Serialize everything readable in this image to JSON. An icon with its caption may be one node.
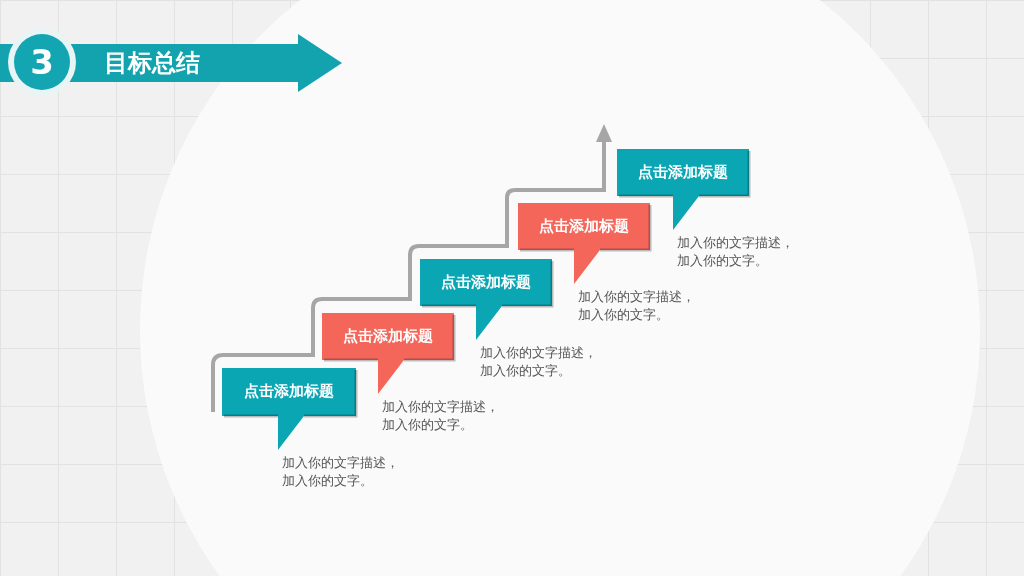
{
  "diagram": {
    "nodes": [
      {
        "text": [
          "3"
        ]
      },
      {
        "text": [
          "目标总结"
        ]
      },
      {
        "text": [
          "点击添加标题"
        ],
        "beside": [
          "加入你的文字描述，加入你的文字。"
        ]
      },
      {
        "text": [
          "点击添加标题"
        ],
        "beside": [
          "加入你的文字描述，加入你的文字。"
        ]
      },
      {
        "text": [
          "点击添加标题"
        ],
        "beside": [
          "加入你的文字描述，加入你的文字。"
        ]
      },
      {
        "text": [
          "点击添加标题"
        ],
        "beside": [
          "加入你的文字描述，加入你的文字。"
        ]
      },
      {
        "text": [
          "点击添加标题"
        ],
        "beside": [
          "加入你的文字描述，加入你的文字。"
        ]
      }
    ]
  }
}
